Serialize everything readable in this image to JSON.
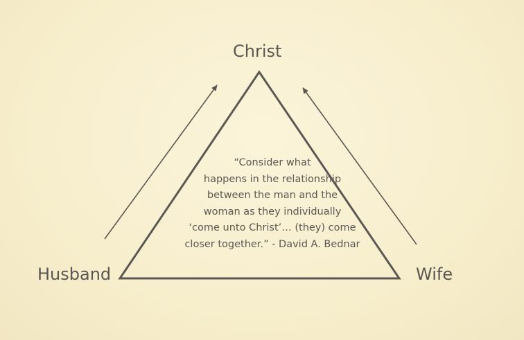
{
  "diagram": {
    "apex_label": "Christ",
    "left_label": "Husband",
    "right_label": "Wife",
    "quote_lines": [
      "“Consider what",
      "happens in the relationship",
      "between the man and the",
      "woman as they individually",
      "‘come unto Christ’… (they) come",
      "closer together.” - David A. Bednar"
    ],
    "colors": {
      "background": "#f7eecd",
      "ink": "#5b5752"
    }
  }
}
